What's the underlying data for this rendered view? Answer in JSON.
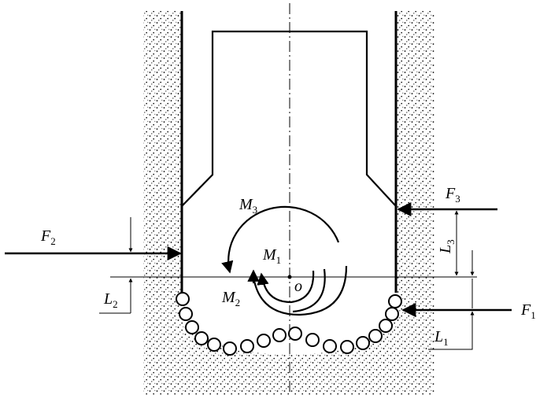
{
  "labels": {
    "F1": {
      "main": "F",
      "sub": "1"
    },
    "F2": {
      "main": "F",
      "sub": "2"
    },
    "F3": {
      "main": "F",
      "sub": "3"
    },
    "M1": {
      "main": "M",
      "sub": "1"
    },
    "M2": {
      "main": "M",
      "sub": "2"
    },
    "M3": {
      "main": "M",
      "sub": "3"
    },
    "L1": {
      "main": "L",
      "sub": "1"
    },
    "L2": {
      "main": "L",
      "sub": "2"
    },
    "L3": {
      "main": "L",
      "sub": "3"
    },
    "O": "o"
  },
  "colors": {
    "line": "#000000",
    "background": "#ffffff"
  }
}
